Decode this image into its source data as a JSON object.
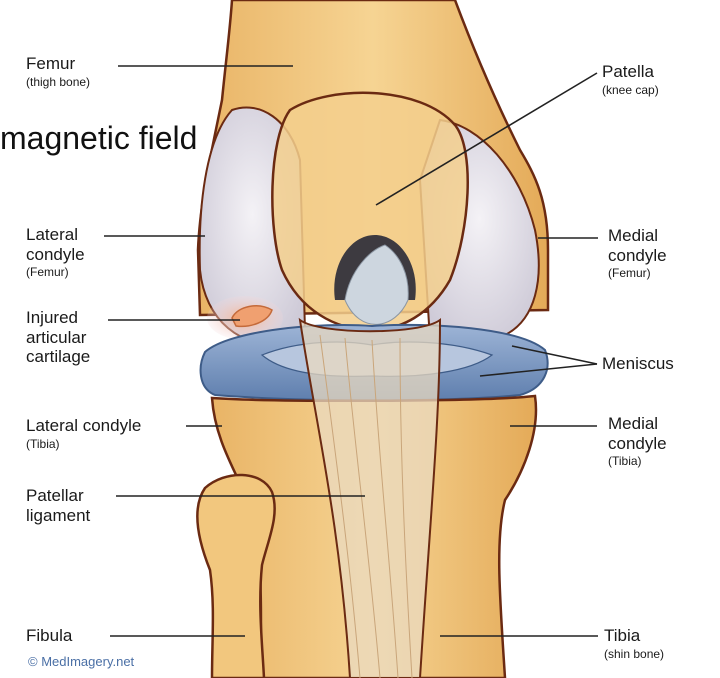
{
  "labels": {
    "femur": {
      "name": "Femur",
      "sub": "(thigh bone)"
    },
    "patella": {
      "name": "Patella",
      "sub": "(knee cap)"
    },
    "lateral_condyle_femur": {
      "line1": "Lateral",
      "line2": "condyle",
      "sub": "(Femur)"
    },
    "medial_condyle_femur": {
      "line1": "Medial",
      "line2": "condyle",
      "sub": "(Femur)"
    },
    "injured_cartilage": {
      "line1": "Injured",
      "line2": "articular",
      "line3": "cartilage"
    },
    "meniscus": {
      "name": "Meniscus"
    },
    "lateral_condyle_tibia": {
      "name": "Lateral condyle",
      "sub": "(Tibia)"
    },
    "medial_condyle_tibia": {
      "line1": "Medial",
      "line2": "condyle",
      "sub": "(Tibia)"
    },
    "patellar_ligament": {
      "line1": "Patellar",
      "line2": "ligament"
    },
    "fibula": {
      "name": "Fibula"
    },
    "tibia": {
      "name": "Tibia",
      "sub": "(shin bone)"
    }
  },
  "overlay_text": "magnetic field",
  "credit": "© MedImagery.net",
  "colors": {
    "bone": "#f2c77e",
    "bone_shade": "#d99a45",
    "outline": "#6b2a12",
    "cartilage": "#e6e4ea",
    "meniscus": "#7f9bc4",
    "ligament": "#c9d3dc",
    "injury": "#e79a7a"
  }
}
